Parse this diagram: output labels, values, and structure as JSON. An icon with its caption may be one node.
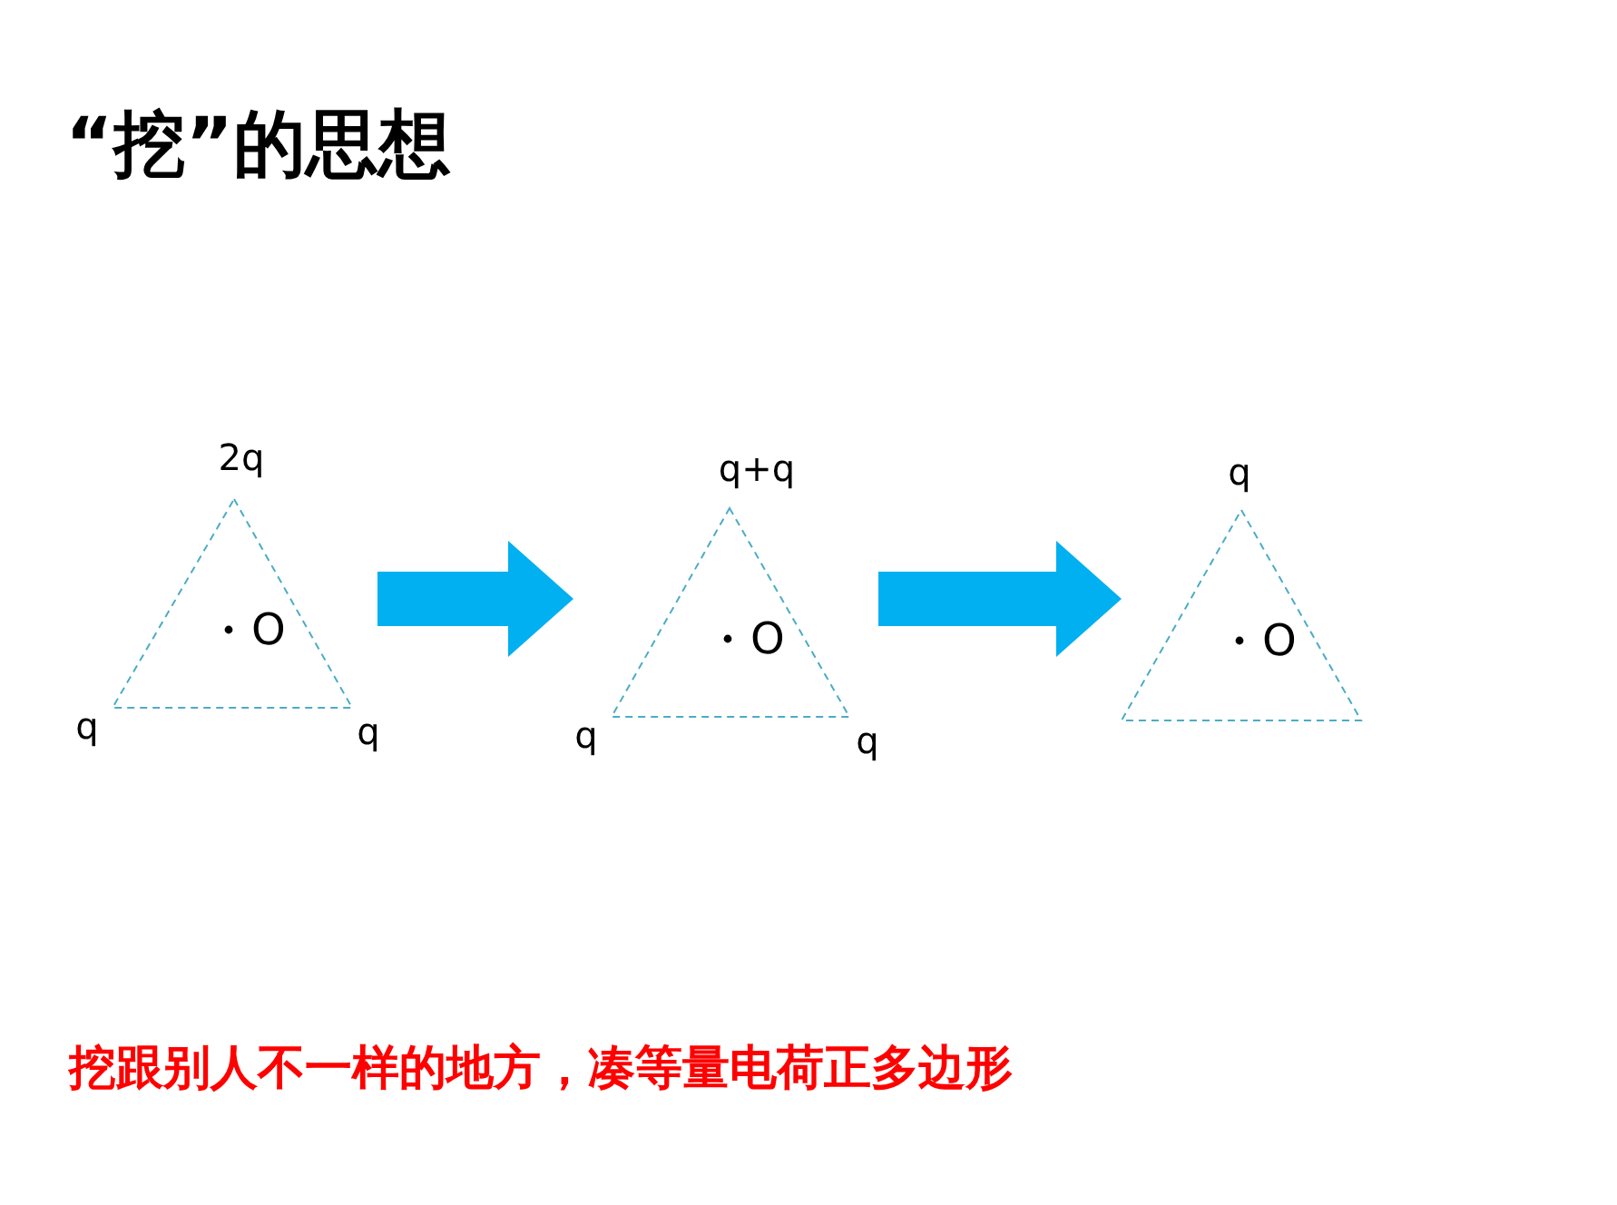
{
  "diagram": {
    "title": "“挖”的思想",
    "nodes": [
      {
        "text": [
          "O"
        ],
        "beside": [
          "2q",
          "q",
          "q"
        ]
      },
      {
        "text": [
          "O"
        ],
        "beside": [
          "q+q",
          "q",
          "q"
        ]
      },
      {
        "text": [
          "O"
        ],
        "beside": [
          "q"
        ]
      }
    ],
    "edges": [
      {
        "from": 0,
        "to": 1,
        "arrow": "to"
      },
      {
        "from": 1,
        "to": 2,
        "arrow": "to"
      }
    ],
    "caption": "挖跟别人不一样的地方，凑等量电荷正多边形"
  }
}
